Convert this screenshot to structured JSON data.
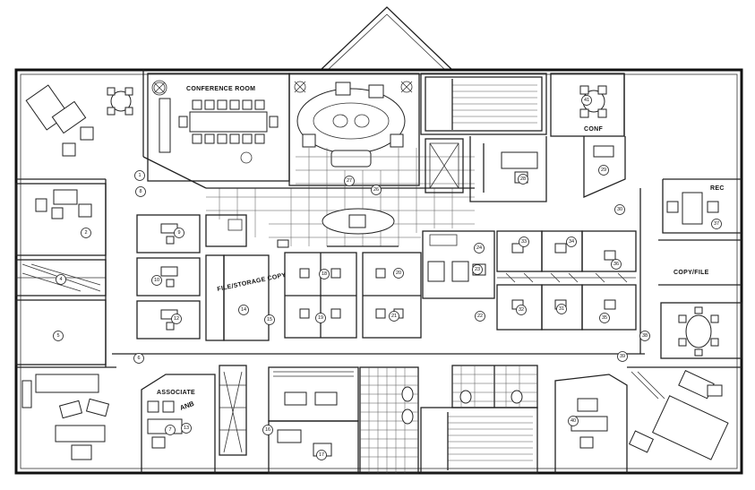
{
  "labels": {
    "conference_room": "CONFERENCE ROOM",
    "associate": "ASSOCIATE",
    "file_storage_copy": "FILE/STORAGE COPY",
    "copy_file": "COPY/FILE",
    "conf": "CONF",
    "rec": "REC",
    "anb": "ANB"
  },
  "room_numbers": [
    "1",
    "2",
    "4",
    "5",
    "6",
    "7",
    "8",
    "9",
    "10",
    "12",
    "13",
    "14",
    "15",
    "16",
    "17",
    "18",
    "19",
    "20",
    "21",
    "22",
    "23",
    "24",
    "26",
    "27",
    "28",
    "29",
    "30",
    "31",
    "32",
    "33",
    "34",
    "35",
    "36",
    "37",
    "38",
    "39",
    "40",
    "41"
  ]
}
